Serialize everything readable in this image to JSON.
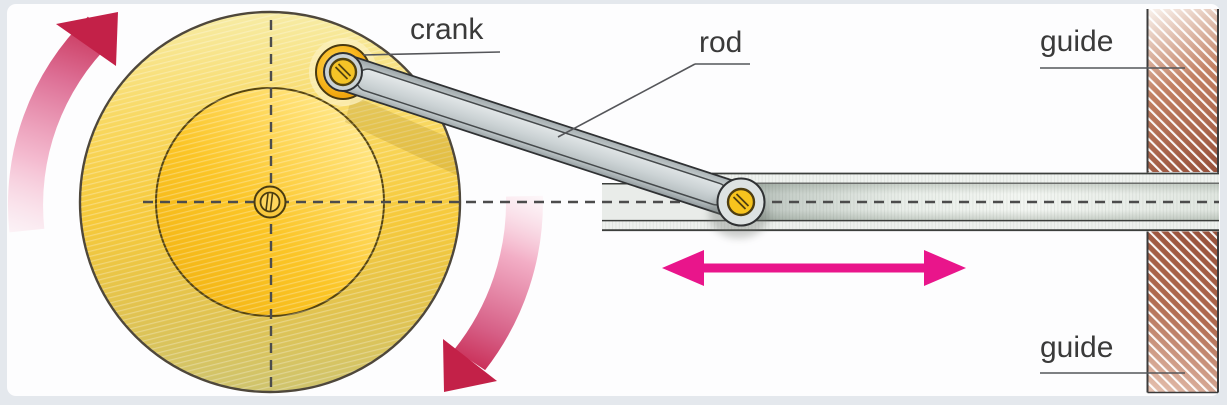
{
  "diagram": {
    "title_hint": "crank and rod mechanism",
    "labels": {
      "crank": "crank",
      "rod": "rod",
      "guide_top": "guide",
      "guide_bottom": "guide"
    },
    "colors": {
      "label_text": "#3a3a3a",
      "linear_arrow_magenta": "#e9158b",
      "rotation_arrow_dark": "#c42850",
      "rotation_arrow_light": "#f9dce6",
      "wheel_gold": "#f7c93a",
      "wheel_pale": "#f6eca6",
      "wheel_olive": "#cfc46e",
      "guide_hatch_brown": "#9a5238",
      "rod_metal_gray": "#ccd4d6",
      "screw_gold": "#f5c427",
      "outline_dark": "#2f3133",
      "centerline_gray": "#4c4c4c",
      "frame_background": "#e4e8ed",
      "canvas_background": "#fdfdfe"
    }
  }
}
